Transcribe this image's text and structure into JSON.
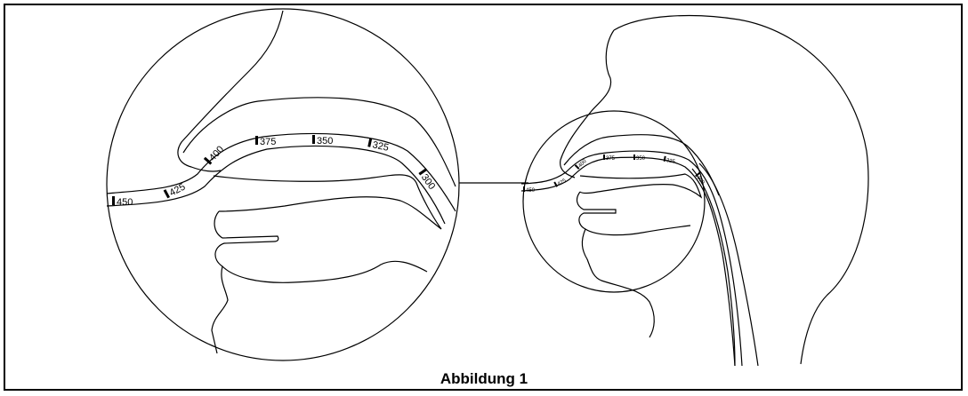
{
  "caption": "Abbildung 1",
  "tube_markings": [
    "450",
    "425",
    "400",
    "375",
    "350",
    "325",
    "300"
  ],
  "colors": {
    "line": "#000000",
    "background": "#ffffff",
    "frame": "#000000"
  }
}
